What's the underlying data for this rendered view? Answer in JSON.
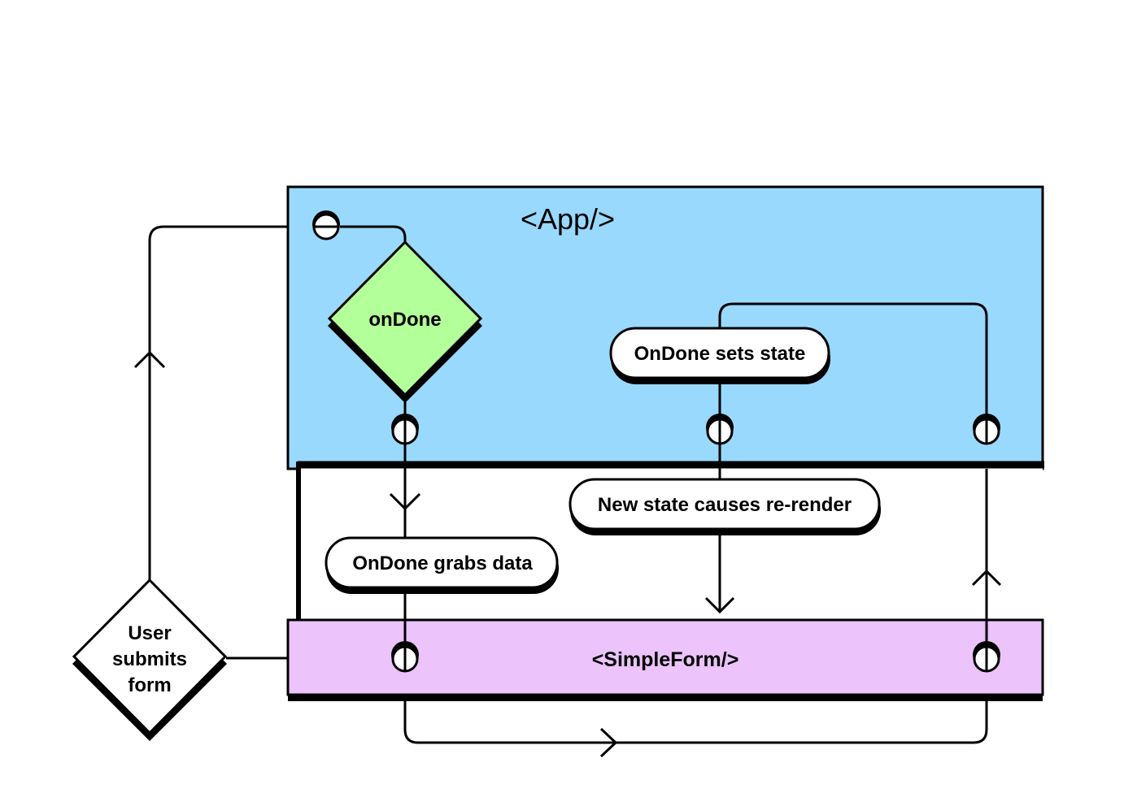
{
  "colors": {
    "app_fill": "#99d9fd",
    "form_fill": "#ecc3fb",
    "ondone_fill": "#b3ff99",
    "pill_fill": "#ffffff",
    "stroke": "#000000"
  },
  "app": {
    "title": "<App/>"
  },
  "simple_form": {
    "title": "<SimpleForm/>"
  },
  "nodes": {
    "ondone_decision": "onDone",
    "user_submits": [
      "User",
      "submits",
      "form"
    ],
    "ondone_sets_state": "OnDone sets state",
    "new_state_rerender": "New state causes re-render",
    "ondone_grabs_data": "OnDone grabs data"
  }
}
